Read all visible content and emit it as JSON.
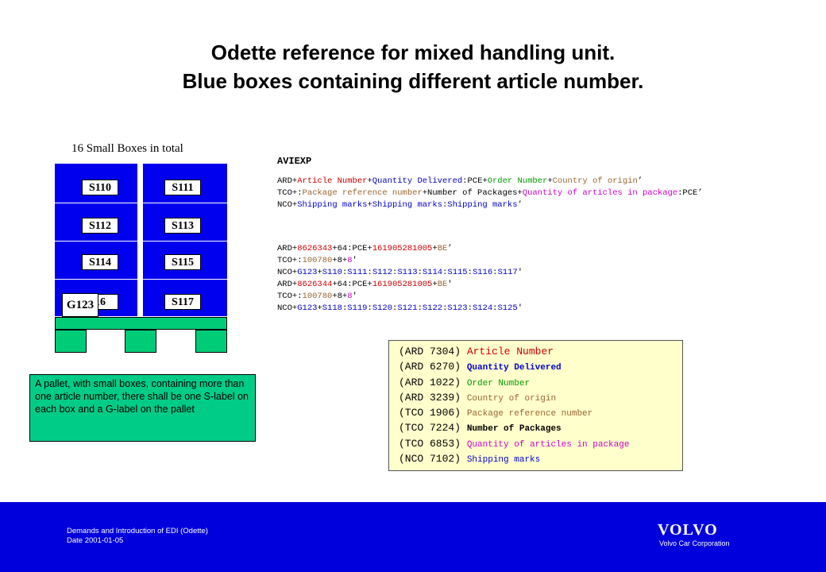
{
  "title": {
    "line1": "Odette reference for mixed handling unit.",
    "line2": "Blue boxes containing different article number."
  },
  "pallet": {
    "caption": "16 Small Boxes in total",
    "s_labels": [
      "S110",
      "S111",
      "S112",
      "S113",
      "S114",
      "S115",
      "16",
      "S117"
    ],
    "g_label": "G123",
    "colors": {
      "boxes": "#0000ee",
      "pallet": "#00cc77"
    }
  },
  "note": "A pallet, with small boxes, containing more than one article number, there shall be one S-label on each box and a G-label on the pallet",
  "message": {
    "name": "AVIEXP",
    "template_lines": [
      [
        {
          "t": "ARD+",
          "c": "black"
        },
        {
          "t": "Article Number",
          "c": "red"
        },
        {
          "t": "+",
          "c": "black"
        },
        {
          "t": "Quantity Delivered",
          "c": "blue"
        },
        {
          "t": ":PCE+",
          "c": "black"
        },
        {
          "t": "Order Number",
          "c": "green"
        },
        {
          "t": "+",
          "c": "black"
        },
        {
          "t": "Country of origin",
          "c": "brown"
        },
        {
          "t": "’",
          "c": "black"
        }
      ],
      [
        {
          "t": "TCO+:",
          "c": "black"
        },
        {
          "t": "Package reference number",
          "c": "brown"
        },
        {
          "t": "+Number of Packages+",
          "c": "black"
        },
        {
          "t": "Quantity of articles in package",
          "c": "magenta"
        },
        {
          "t": ":PCE’",
          "c": "black"
        }
      ],
      [
        {
          "t": "NCO+",
          "c": "black"
        },
        {
          "t": "Shipping marks",
          "c": "blue"
        },
        {
          "t": "+",
          "c": "black"
        },
        {
          "t": "Shipping marks",
          "c": "blue"
        },
        {
          "t": ":",
          "c": "black"
        },
        {
          "t": "Shipping marks",
          "c": "blue"
        },
        {
          "t": "’",
          "c": "black"
        }
      ]
    ],
    "example_lines": [
      [
        {
          "t": "ARD+",
          "c": "black"
        },
        {
          "t": "8626343",
          "c": "red"
        },
        {
          "t": "+64:PCE+",
          "c": "black"
        },
        {
          "t": "161905281005",
          "c": "red"
        },
        {
          "t": "+",
          "c": "black"
        },
        {
          "t": "BE",
          "c": "brown"
        },
        {
          "t": "’",
          "c": "black"
        }
      ],
      [
        {
          "t": "TCO+:",
          "c": "black"
        },
        {
          "t": "100780",
          "c": "brown"
        },
        {
          "t": "+8+",
          "c": "black"
        },
        {
          "t": "8",
          "c": "magenta"
        },
        {
          "t": "'",
          "c": "black"
        }
      ],
      [
        {
          "t": "NCO+",
          "c": "black"
        },
        {
          "t": "G123",
          "c": "blue"
        },
        {
          "t": "+",
          "c": "black"
        },
        {
          "t": "S110",
          "c": "blue"
        },
        {
          "t": ":",
          "c": "black"
        },
        {
          "t": "S111",
          "c": "blue"
        },
        {
          "t": ":",
          "c": "black"
        },
        {
          "t": "S112",
          "c": "blue"
        },
        {
          "t": ":",
          "c": "black"
        },
        {
          "t": "S113",
          "c": "blue"
        },
        {
          "t": ":",
          "c": "black"
        },
        {
          "t": "S114",
          "c": "blue"
        },
        {
          "t": ":",
          "c": "black"
        },
        {
          "t": "S115",
          "c": "blue"
        },
        {
          "t": ":",
          "c": "black"
        },
        {
          "t": "S116",
          "c": "blue"
        },
        {
          "t": ":",
          "c": "black"
        },
        {
          "t": "S117",
          "c": "blue"
        },
        {
          "t": "'",
          "c": "black"
        }
      ],
      [
        {
          "t": "ARD+",
          "c": "black"
        },
        {
          "t": "8626344",
          "c": "red"
        },
        {
          "t": "+64:PCE+",
          "c": "black"
        },
        {
          "t": "161905281005",
          "c": "red"
        },
        {
          "t": "+",
          "c": "black"
        },
        {
          "t": "BE",
          "c": "brown"
        },
        {
          "t": "'",
          "c": "black"
        }
      ],
      [
        {
          "t": "TCO+:",
          "c": "black"
        },
        {
          "t": "100780",
          "c": "brown"
        },
        {
          "t": "+8+",
          "c": "black"
        },
        {
          "t": "8",
          "c": "magenta"
        },
        {
          "t": "'",
          "c": "black"
        }
      ],
      [
        {
          "t": "NCO+",
          "c": "black"
        },
        {
          "t": "G123",
          "c": "blue"
        },
        {
          "t": "+",
          "c": "black"
        },
        {
          "t": "S118",
          "c": "blue"
        },
        {
          "t": ":",
          "c": "black"
        },
        {
          "t": "S119",
          "c": "blue"
        },
        {
          "t": ":",
          "c": "black"
        },
        {
          "t": "S120",
          "c": "blue"
        },
        {
          "t": ":",
          "c": "black"
        },
        {
          "t": "S121",
          "c": "blue"
        },
        {
          "t": ":",
          "c": "black"
        },
        {
          "t": "S122",
          "c": "blue"
        },
        {
          "t": ":",
          "c": "black"
        },
        {
          "t": "S123",
          "c": "blue"
        },
        {
          "t": ":",
          "c": "black"
        },
        {
          "t": "S124",
          "c": "blue"
        },
        {
          "t": ":",
          "c": "black"
        },
        {
          "t": "S125",
          "c": "blue"
        },
        {
          "t": "'",
          "c": "black"
        }
      ]
    ]
  },
  "legend": [
    {
      "code": "(ARD 7304)",
      "desc": "Article Number",
      "c": "red",
      "bold": false,
      "size": "13px"
    },
    {
      "code": "(ARD 6270)",
      "desc": "Quantity Delivered",
      "c": "blue",
      "bold": true,
      "size": "11px"
    },
    {
      "code": "(ARD 1022)",
      "desc": "Order Number",
      "c": "green",
      "bold": false,
      "size": "11px"
    },
    {
      "code": "(ARD 3239)",
      "desc": "Country of origin",
      "c": "brown",
      "bold": false,
      "size": "11px"
    },
    {
      "code": "(TCO 1906)",
      "desc": "Package reference number",
      "c": "brown",
      "bold": false,
      "size": "11px"
    },
    {
      "code": "(TCO 7224)",
      "desc": "Number of Packages",
      "c": "black",
      "bold": true,
      "size": "11px"
    },
    {
      "code": "(TCO 6853)",
      "desc": "Quantity of articles in package",
      "c": "magenta",
      "bold": false,
      "size": "11px"
    },
    {
      "code": "(NCO 7102)",
      "desc": "Shipping marks",
      "c": "blue",
      "bold": false,
      "size": "11px"
    }
  ],
  "footer": {
    "line1": "Demands and Introduction of EDI (Odette)",
    "line2": "Date 2001-01-05",
    "brand": "VOLVO",
    "brand_sub": "Volvo Car Corporation",
    "background": "#0000dd"
  }
}
